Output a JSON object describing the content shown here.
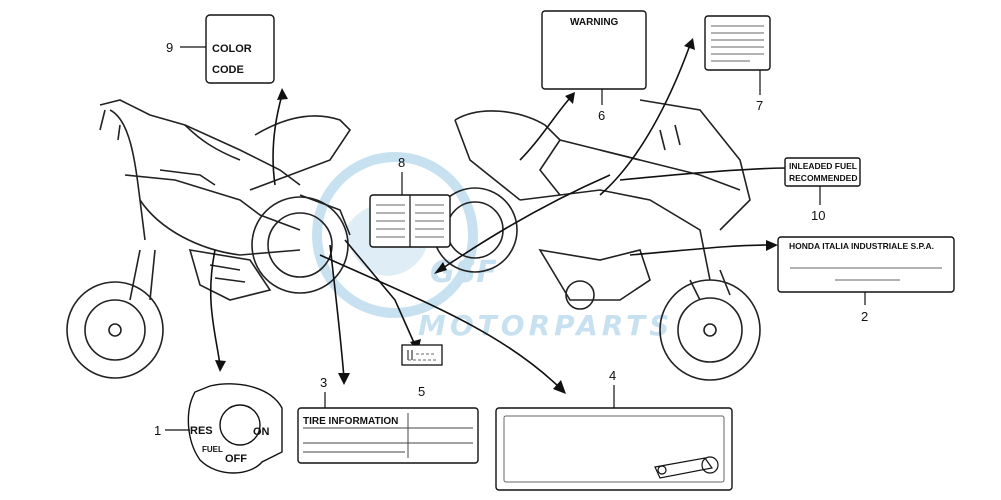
{
  "watermark": {
    "brand": "MOTORPARTS",
    "color": "#9cc9e6"
  },
  "callouts": {
    "n1": "1",
    "n2": "2",
    "n3": "3",
    "n4": "4",
    "n5": "5",
    "n6": "6",
    "n7": "7",
    "n8": "8",
    "n9": "9",
    "n10": "10"
  },
  "labels": {
    "color_code_line1": "COLOR",
    "color_code_line2": "CODE",
    "warning": "WARNING",
    "unleaded_line1": "INLEADED FUEL",
    "unleaded_line2": "RECOMMENDED",
    "honda_italia": "HONDA ITALIA INDUSTRIALE S.P.A.",
    "tire_information": "TIRE INFORMATION",
    "fuel_res": "RES",
    "fuel_on": "ON",
    "fuel_word": "FUEL",
    "fuel_off": "OFF"
  }
}
